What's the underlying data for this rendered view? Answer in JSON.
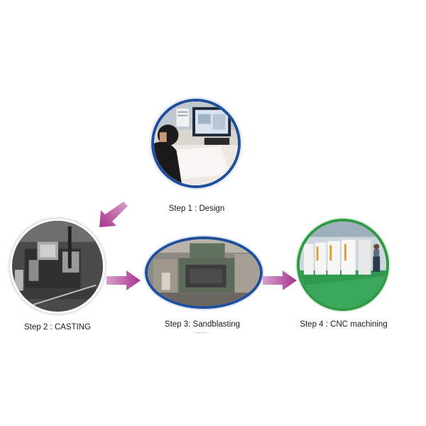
{
  "steps": [
    {
      "label": "Step 1 : Design",
      "photo": "office-design-photo"
    },
    {
      "label": "Step 2 : CASTING",
      "photo": "casting-mold-photo"
    },
    {
      "label": "Step 3: Sandblasting",
      "photo": "sandblasting-machine-photo"
    },
    {
      "label": "Step 4 : CNC machining",
      "photo": "cnc-machines-photo"
    }
  ],
  "colors": {
    "ring_outer": "#1f4f9c",
    "ring_inner": "#2e9a44",
    "arrow": "#a8348c",
    "arrow_light": "#d9a0cc"
  }
}
